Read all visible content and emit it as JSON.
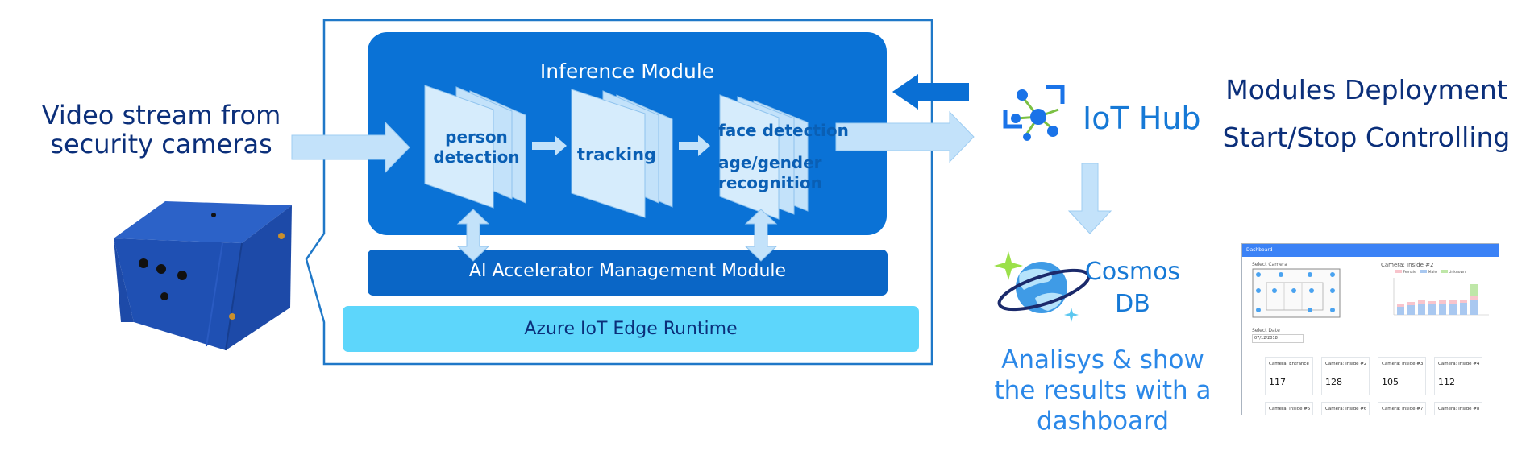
{
  "left": {
    "video_line1": "Video stream from",
    "video_line2": "security cameras"
  },
  "inference": {
    "title": "Inference Module",
    "person_line1": "person",
    "person_line2": "detection",
    "tracking": "tracking",
    "face": "face detection",
    "age_line1": "age/gender",
    "age_line2": "recognition"
  },
  "accelerator": "AI Accelerator Management Module",
  "runtime": "Azure IoT Edge Runtime",
  "iothub": "IoT Hub",
  "right": {
    "line1": "Modules Deployment",
    "line2": "Start/Stop Controlling"
  },
  "cosmos": {
    "line1": "Cosmos",
    "line2": "DB"
  },
  "analysis": {
    "line1": "Analisys & show",
    "line2": "the results with a",
    "line3": "dashboard"
  },
  "dashboard": {
    "title": "Dashboard",
    "select_camera": "Select Camera",
    "chart_title": "Camera: Inside #2",
    "legend": [
      "Female",
      "Male",
      "Unknown"
    ],
    "select_date": "Select Date",
    "date_value": "07/12/2018",
    "cards": [
      {
        "label": "Camera: Entrance",
        "value": "117"
      },
      {
        "label": "Camera: Inside #2",
        "value": "128"
      },
      {
        "label": "Camera: Inside #3",
        "value": "105"
      },
      {
        "label": "Camera: Inside #4",
        "value": "112"
      },
      {
        "label": "Camera: Inside #5",
        "value": ""
      },
      {
        "label": "Camera: Inside #6",
        "value": ""
      },
      {
        "label": "Camera: Inside #7",
        "value": ""
      },
      {
        "label": "Camera: Inside #8",
        "value": ""
      }
    ]
  },
  "colors": {
    "module_blue": "#0a72d6",
    "module_dark": "#0a66c6",
    "runtime_cyan": "#5dd6fb",
    "arrow_fill": "#c3e2fa",
    "frame_border": "#1f78c8",
    "dark_text": "#0b2f7a",
    "link_blue": "#1679d6",
    "box_blue": "#2a5bc2"
  }
}
